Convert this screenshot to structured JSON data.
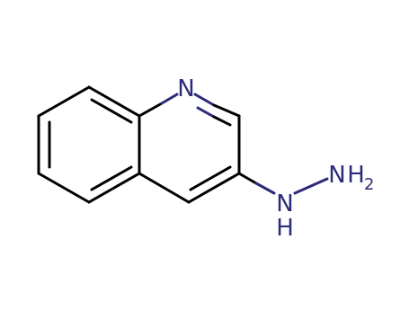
{
  "molecule": {
    "atoms": {
      "ring_n": "N",
      "nh_n": "N",
      "nh_h": "H",
      "nh2_n": "N",
      "nh2_h": "H",
      "nh2_sub": "2"
    },
    "colors": {
      "bond": "#000000",
      "nitrogen": "#2b2b7a",
      "background": "#ffffff"
    }
  }
}
